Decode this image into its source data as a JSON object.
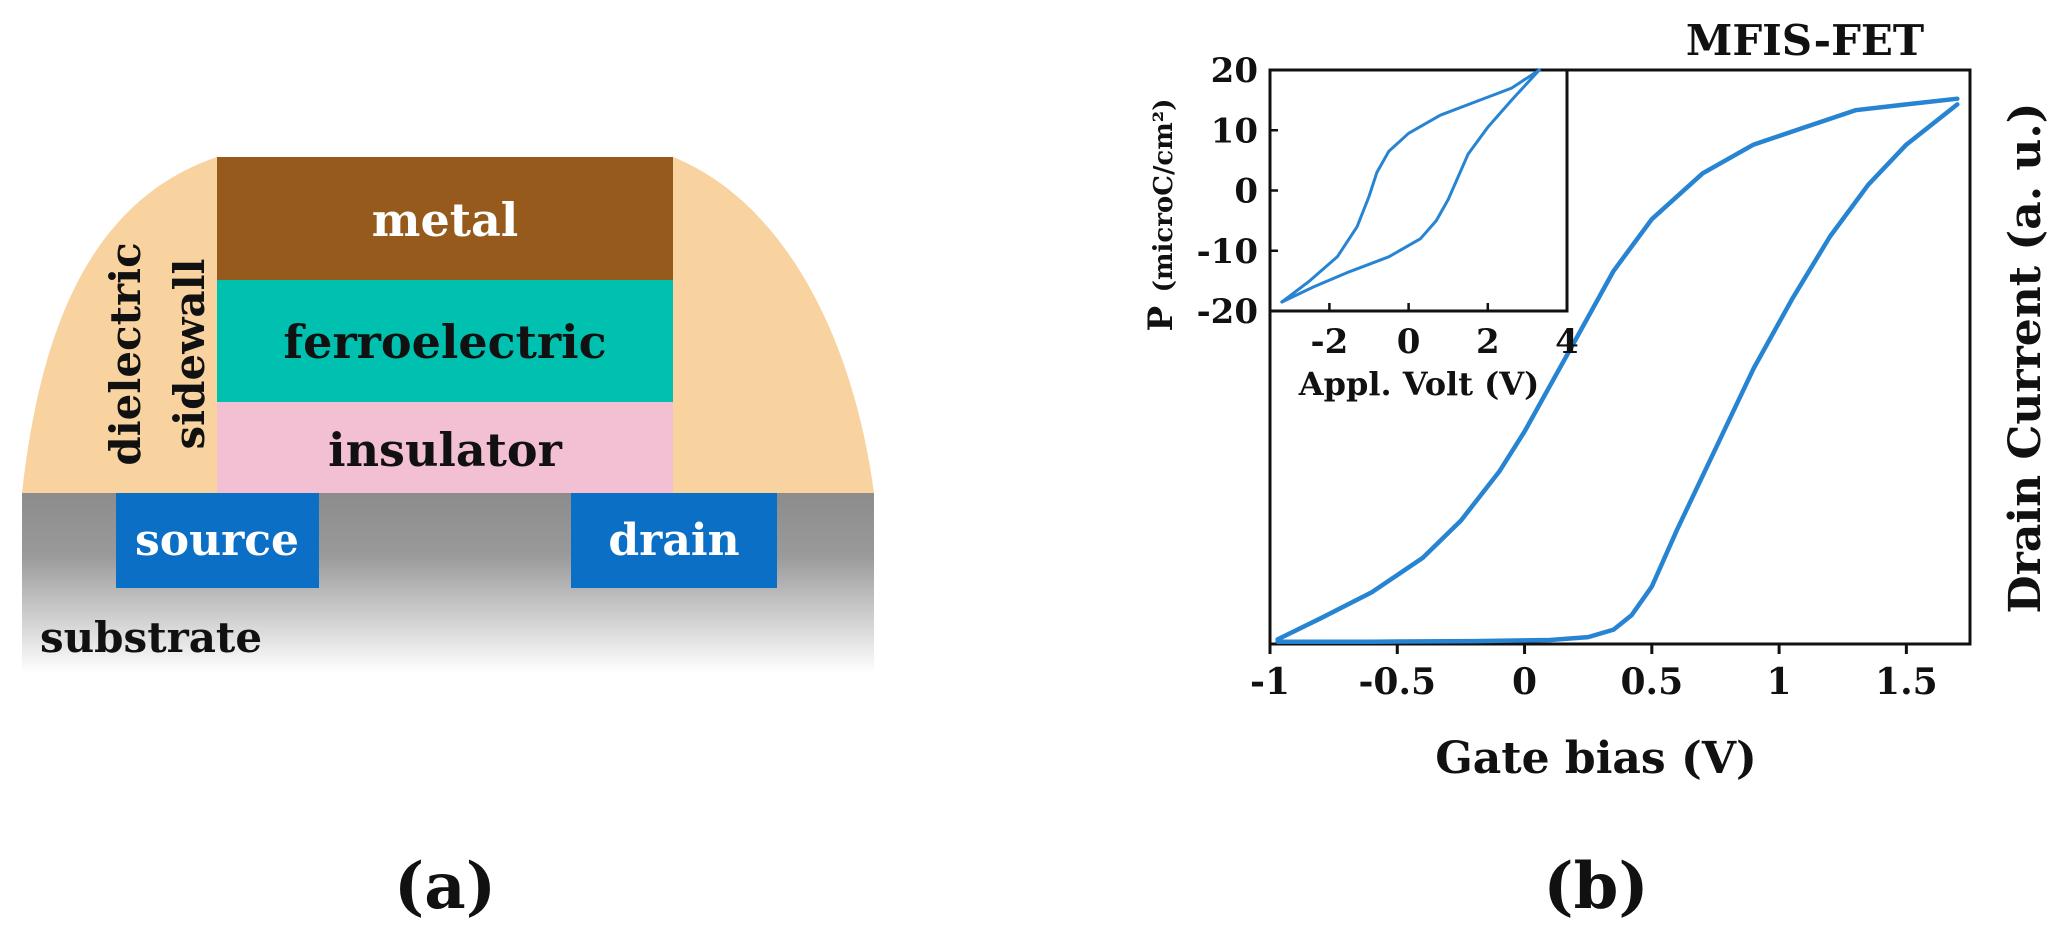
{
  "panel_a": {
    "layers": {
      "metal": "metal",
      "ferroelectric": "ferroelectric",
      "insulator": "insulator"
    },
    "sidewall": {
      "line1": "dielectric",
      "line2": "sidewall"
    },
    "source": "source",
    "drain": "drain",
    "substrate": "substrate",
    "caption": "(a)",
    "colors": {
      "sidewall": "#f8d39f",
      "metal": "#955a1c",
      "ferroelectric": "#00c0b0",
      "insulator": "#f2bfd3",
      "substrate_top": "#8c8c8c",
      "substrate_bottom": "#ffffff",
      "contact": "#0b6fc6"
    }
  },
  "panel_b": {
    "caption": "(b)",
    "curve_color": "#2784d2"
  },
  "chart_data": [
    {
      "type": "line",
      "title": "MFIS-FET",
      "xlabel": "Gate bias (V)",
      "ylabel": "Drain Current (a. u.)",
      "y_axis_side": "right",
      "xlim": [
        -1,
        1.75
      ],
      "ylim": [
        0,
        1
      ],
      "x_ticks": [
        "-1",
        "-0.5",
        "0",
        "0.5",
        "1",
        "1.5"
      ],
      "x_tick_values": [
        -1,
        -0.5,
        0,
        0.5,
        1,
        1.5
      ],
      "y_ticks": [],
      "series": [
        {
          "x": [
            -0.97,
            -0.8,
            -0.6,
            -0.4,
            -0.25,
            -0.1,
            0,
            0.1,
            0.2,
            0.35,
            0.5,
            0.7,
            0.9,
            1.1,
            1.3,
            1.5,
            1.7
          ],
          "y": [
            0.008,
            0.045,
            0.09,
            0.15,
            0.215,
            0.3,
            0.37,
            0.45,
            0.53,
            0.65,
            0.74,
            0.82,
            0.87,
            0.9,
            0.93,
            0.94,
            0.95
          ]
        },
        {
          "x": [
            1.7,
            1.5,
            1.35,
            1.2,
            1.05,
            0.9,
            0.75,
            0.6,
            0.5,
            0.42,
            0.35,
            0.25,
            0.1,
            -0.2,
            -0.6,
            -0.97
          ],
          "y": [
            0.94,
            0.87,
            0.8,
            0.71,
            0.6,
            0.48,
            0.34,
            0.2,
            0.1,
            0.05,
            0.025,
            0.012,
            0.007,
            0.005,
            0.004,
            0.004
          ]
        }
      ]
    },
    {
      "type": "line",
      "title": "",
      "xlabel": "Appl. Volt (V)",
      "ylabel": "P",
      "ylabel_unit": "(microC/cm²)",
      "xlim": [
        -3.5,
        4
      ],
      "ylim": [
        -20,
        20
      ],
      "x_ticks": [
        "-2",
        "0",
        "2",
        "4"
      ],
      "x_tick_values": [
        -2,
        0,
        2,
        4
      ],
      "y_ticks": [
        "20",
        "10",
        "0",
        "-10",
        "-20"
      ],
      "y_tick_values": [
        20,
        10,
        0,
        -10,
        -20
      ],
      "series": [
        {
          "x": [
            -3.2,
            -2.5,
            -1.8,
            -1.3,
            -1.0,
            -0.8,
            -0.5,
            0.0,
            0.8,
            1.8,
            2.6,
            3.3
          ],
          "y": [
            -18.5,
            -15,
            -11,
            -6,
            -1,
            3,
            6.5,
            9.5,
            12.5,
            15,
            17,
            20
          ]
        },
        {
          "x": [
            3.3,
            2.6,
            2.0,
            1.5,
            1.2,
            1.0,
            0.7,
            0.3,
            -0.5,
            -1.5,
            -2.4,
            -3.2
          ],
          "y": [
            20,
            15,
            10.5,
            6,
            1.5,
            -1.5,
            -5,
            -8,
            -11,
            -13.5,
            -16,
            -18.5
          ]
        }
      ]
    }
  ]
}
